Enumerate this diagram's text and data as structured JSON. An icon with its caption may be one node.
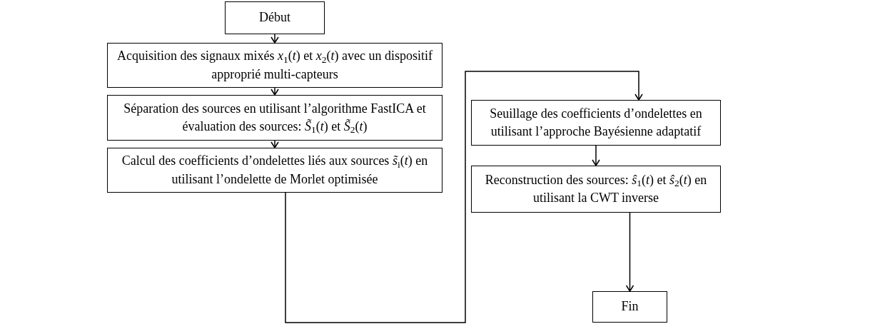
{
  "diagram": {
    "nodes": [
      {
        "text": [
          "Début"
        ]
      },
      {
        "text": [
          "Acquisition des signaux mixés *x*$_{1}$(*t*) et *x*$_{2}$(*t*) avec un dispositif approprié multi-capteurs"
        ]
      },
      {
        "text": [
          "Séparation des sources en utilisant l’algorithme FastICA et évaluation des sources: *S̃*$_{1}$(*t*) et *S̃*$_{2}$(*t*)"
        ]
      },
      {
        "text": [
          "Calcul des coefficients d’ondelettes liés aux sources *s̃*$_{i}$(*t*) en utilisant l’ondelette de Morlet optimisée"
        ]
      },
      {
        "text": [
          "Seuillage des coefficients d’ondelettes en utilisant l’approche Bayésienne adaptatif"
        ]
      },
      {
        "text": [
          "Reconstruction des sources: *ŝ*$_{1}$(*t*) et *ŝ*$_{2}$(*t*) en utilisant la CWT inverse"
        ]
      },
      {
        "text": [
          "Fin"
        ]
      }
    ],
    "edges": [
      {
        "from": 0,
        "to": 1,
        "arrow": "to"
      },
      {
        "from": 1,
        "to": 2,
        "arrow": "to"
      },
      {
        "from": 2,
        "to": 3,
        "arrow": "to"
      },
      {
        "from": 3,
        "to": 4,
        "arrow": "to"
      },
      {
        "from": 4,
        "to": 5,
        "arrow": "to"
      },
      {
        "from": 5,
        "to": 6,
        "arrow": "to"
      }
    ]
  }
}
